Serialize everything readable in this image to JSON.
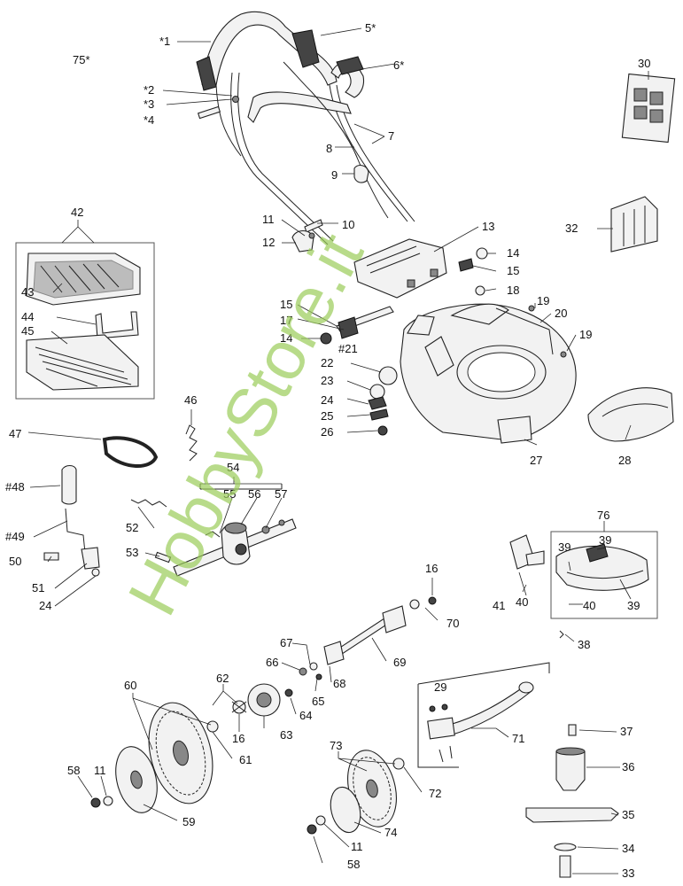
{
  "watermark": "HobbyStore.it",
  "labels": [
    {
      "id": "p1",
      "text": "*1"
    },
    {
      "id": "p2",
      "text": "*2"
    },
    {
      "id": "p3",
      "text": "*3"
    },
    {
      "id": "p4",
      "text": "*4"
    },
    {
      "id": "p5",
      "text": "5*"
    },
    {
      "id": "p6",
      "text": "6*"
    },
    {
      "id": "p7",
      "text": "7"
    },
    {
      "id": "p8",
      "text": "8"
    },
    {
      "id": "p9",
      "text": "9"
    },
    {
      "id": "p10",
      "text": "10"
    },
    {
      "id": "p11a",
      "text": "11"
    },
    {
      "id": "p12",
      "text": "12"
    },
    {
      "id": "p13",
      "text": "13"
    },
    {
      "id": "p14a",
      "text": "14"
    },
    {
      "id": "p14b",
      "text": "14"
    },
    {
      "id": "p15a",
      "text": "15"
    },
    {
      "id": "p15b",
      "text": "15"
    },
    {
      "id": "p17",
      "text": "17"
    },
    {
      "id": "p18",
      "text": "18"
    },
    {
      "id": "p19a",
      "text": "19"
    },
    {
      "id": "p19b",
      "text": "19"
    },
    {
      "id": "p20",
      "text": "20"
    },
    {
      "id": "p21",
      "text": "#21"
    },
    {
      "id": "p22",
      "text": "22"
    },
    {
      "id": "p23",
      "text": "23"
    },
    {
      "id": "p24a",
      "text": "24"
    },
    {
      "id": "p25",
      "text": "25"
    },
    {
      "id": "p26",
      "text": "26"
    },
    {
      "id": "p27",
      "text": "27"
    },
    {
      "id": "p28",
      "text": "28"
    },
    {
      "id": "p30",
      "text": "30"
    },
    {
      "id": "p32",
      "text": "32"
    },
    {
      "id": "p42",
      "text": "42"
    },
    {
      "id": "p43",
      "text": "43"
    },
    {
      "id": "p44",
      "text": "44"
    },
    {
      "id": "p45",
      "text": "45"
    },
    {
      "id": "p46",
      "text": "46"
    },
    {
      "id": "p47",
      "text": "47"
    },
    {
      "id": "p48",
      "text": "#48"
    },
    {
      "id": "p49",
      "text": "#49"
    },
    {
      "id": "p50",
      "text": "50"
    },
    {
      "id": "p51",
      "text": "51"
    },
    {
      "id": "p24b",
      "text": "24"
    },
    {
      "id": "p52",
      "text": "52"
    },
    {
      "id": "p53",
      "text": "53"
    },
    {
      "id": "p54",
      "text": "54"
    },
    {
      "id": "p55",
      "text": "55"
    },
    {
      "id": "p56",
      "text": "56"
    },
    {
      "id": "p57",
      "text": "57"
    },
    {
      "id": "p75",
      "text": "75*"
    },
    {
      "id": "p76",
      "text": "76"
    },
    {
      "id": "p39a",
      "text": "39"
    },
    {
      "id": "p39b",
      "text": "39"
    },
    {
      "id": "p39c",
      "text": "39"
    },
    {
      "id": "p40a",
      "text": "40"
    },
    {
      "id": "p40b",
      "text": "40"
    },
    {
      "id": "p41",
      "text": "41"
    },
    {
      "id": "p38",
      "text": "38"
    },
    {
      "id": "p16a",
      "text": "16"
    },
    {
      "id": "p70",
      "text": "70"
    },
    {
      "id": "p67",
      "text": "67"
    },
    {
      "id": "p66",
      "text": "66"
    },
    {
      "id": "p65",
      "text": "65"
    },
    {
      "id": "p68",
      "text": "68"
    },
    {
      "id": "p69",
      "text": "69"
    },
    {
      "id": "p62",
      "text": "62"
    },
    {
      "id": "p16b",
      "text": "16"
    },
    {
      "id": "p64",
      "text": "64"
    },
    {
      "id": "p63",
      "text": "63"
    },
    {
      "id": "p60",
      "text": "60"
    },
    {
      "id": "p61",
      "text": "61"
    },
    {
      "id": "p58a",
      "text": "58"
    },
    {
      "id": "p11b",
      "text": "11"
    },
    {
      "id": "p59",
      "text": "59"
    },
    {
      "id": "p29",
      "text": "29"
    },
    {
      "id": "p71",
      "text": "71"
    },
    {
      "id": "p37",
      "text": "37"
    },
    {
      "id": "p36",
      "text": "36"
    },
    {
      "id": "p73",
      "text": "73"
    },
    {
      "id": "p72",
      "text": "72"
    },
    {
      "id": "p74",
      "text": "74"
    },
    {
      "id": "p11c",
      "text": "11"
    },
    {
      "id": "p58b",
      "text": "58"
    },
    {
      "id": "p35",
      "text": "35"
    },
    {
      "id": "p34",
      "text": "34"
    },
    {
      "id": "p33",
      "text": "33"
    }
  ]
}
